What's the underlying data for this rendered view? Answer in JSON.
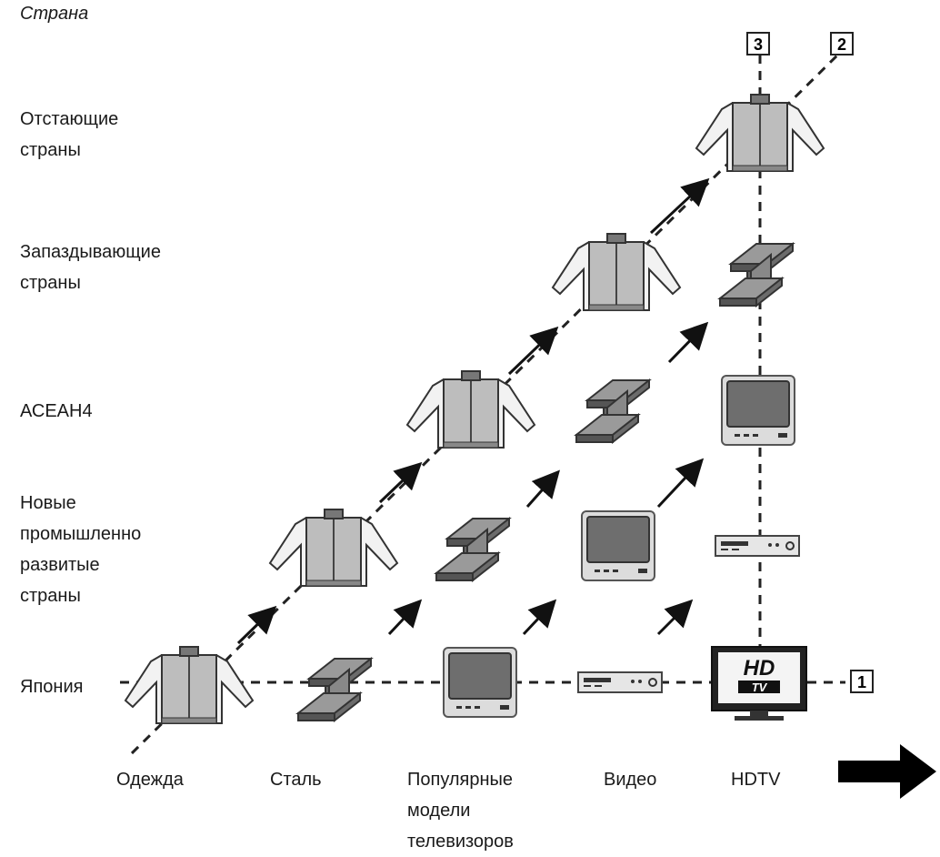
{
  "axis_title": "Страна",
  "countries": [
    "Отстающие\nстраны",
    "Запаздывающие\nстраны",
    "АСЕАН4",
    "Новые\nпромышленно\nразвитые\nстраны",
    "Япония"
  ],
  "industries": [
    "Одежда",
    "Сталь",
    "Популярные\nмодели\nтелевизоров",
    "Видео",
    "HDTV"
  ],
  "markers": {
    "m1": "1",
    "m2": "2",
    "m3": "3"
  },
  "hdtv_logo": {
    "top": "HD",
    "bottom": "TV"
  },
  "icons": [
    "jacket-icon",
    "steel-beam-icon",
    "tv-icon",
    "vcr-icon",
    "hdtv-icon",
    "arrow-right-icon"
  ]
}
